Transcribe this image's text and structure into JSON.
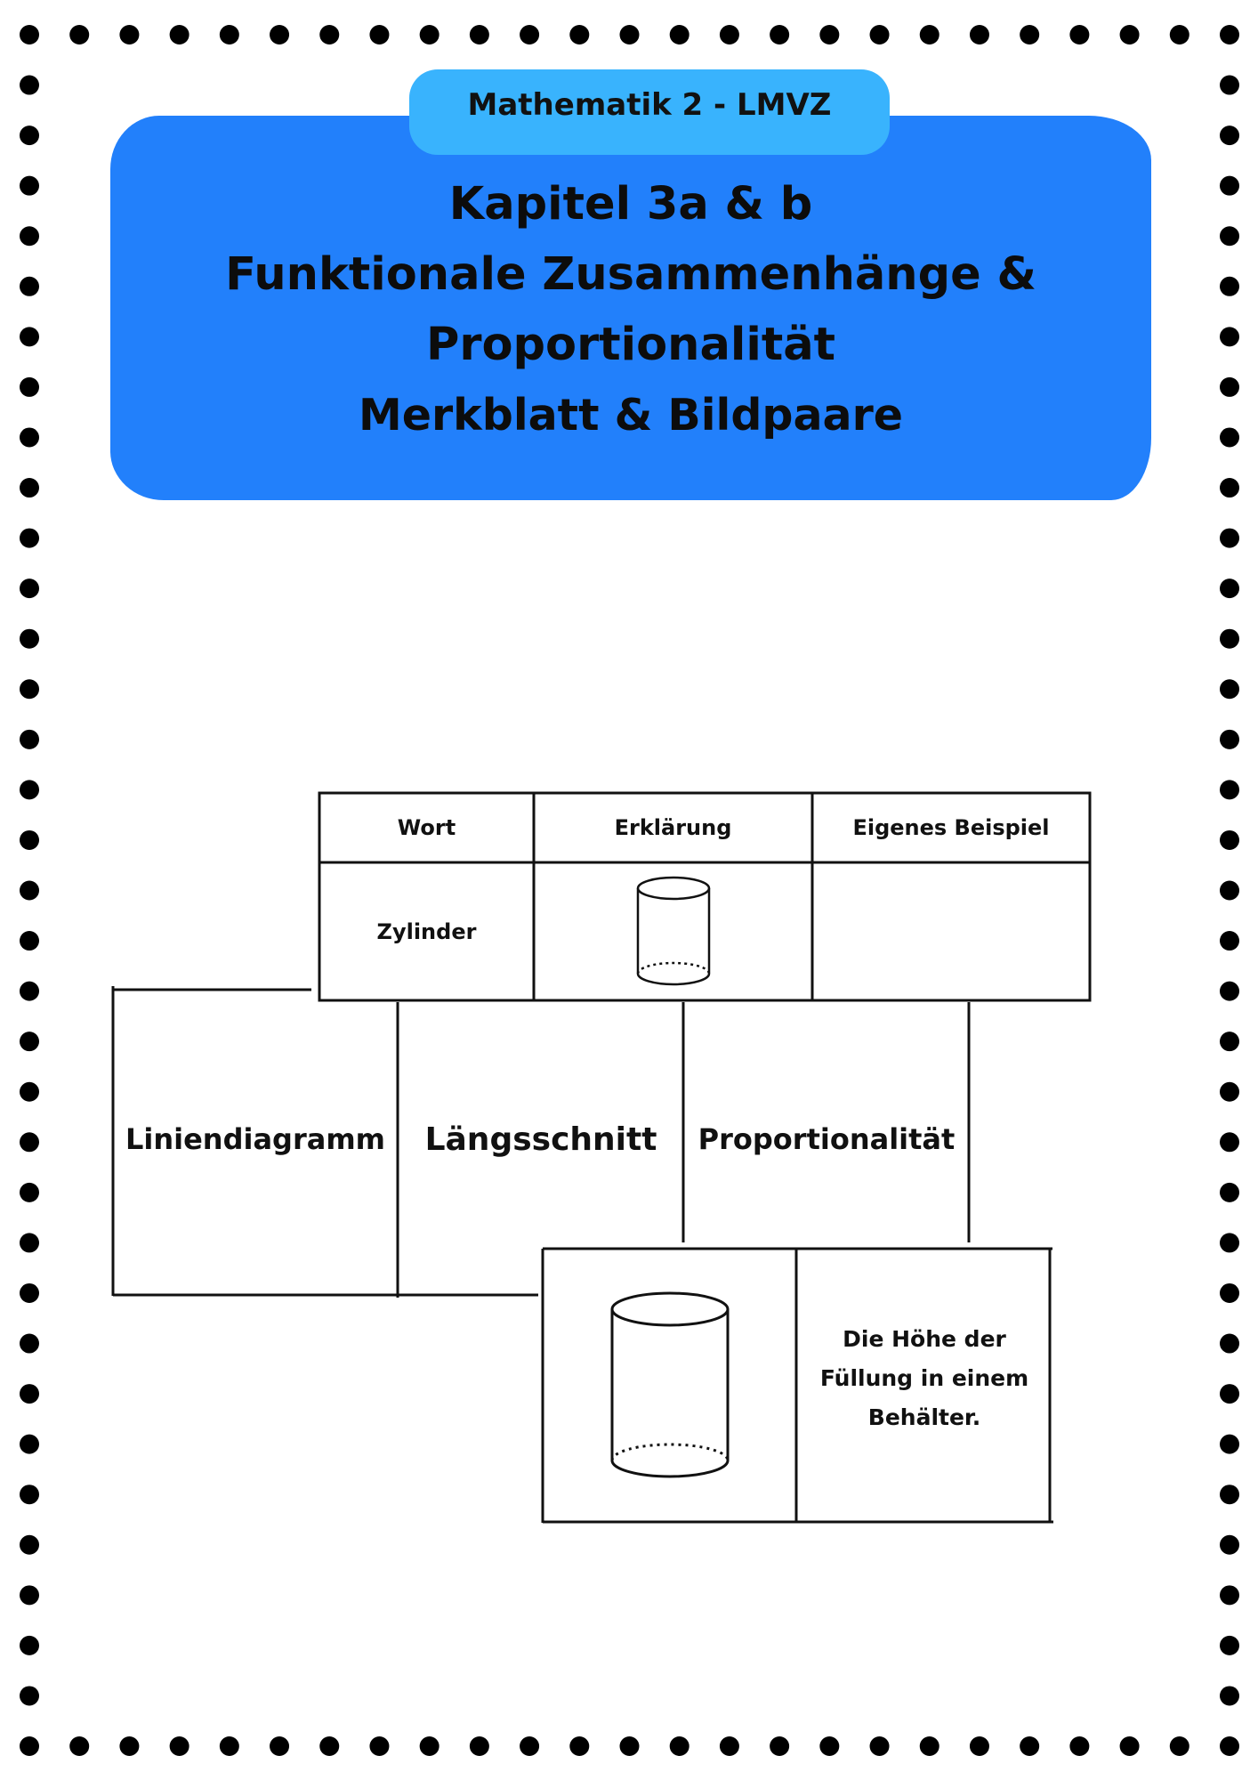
{
  "header": {
    "tab_label": "Mathematik 2 - LMVZ",
    "title_lines": [
      "Kapitel 3a & b",
      "Funktionale Zusammenhänge &",
      "Proportionalität",
      "Merkblatt & Bildpaare"
    ]
  },
  "vocab_table": {
    "headers": [
      "Wort",
      "Erklärung",
      "Eigenes Beispiel"
    ],
    "row": {
      "word": "Zylinder",
      "explanation_icon": "cylinder-icon",
      "example": ""
    }
  },
  "word_cards": [
    "Liniendiagramm",
    "Längsschnitt",
    "Proportionalität"
  ],
  "pair_cards": {
    "image_icon": "cylinder-icon",
    "text": "Die Höhe der Füllung in einem Behälter."
  },
  "colors": {
    "banner": "#2280fb",
    "tab": "#39b3fd",
    "ink": "#111111",
    "dots": "#000000"
  }
}
